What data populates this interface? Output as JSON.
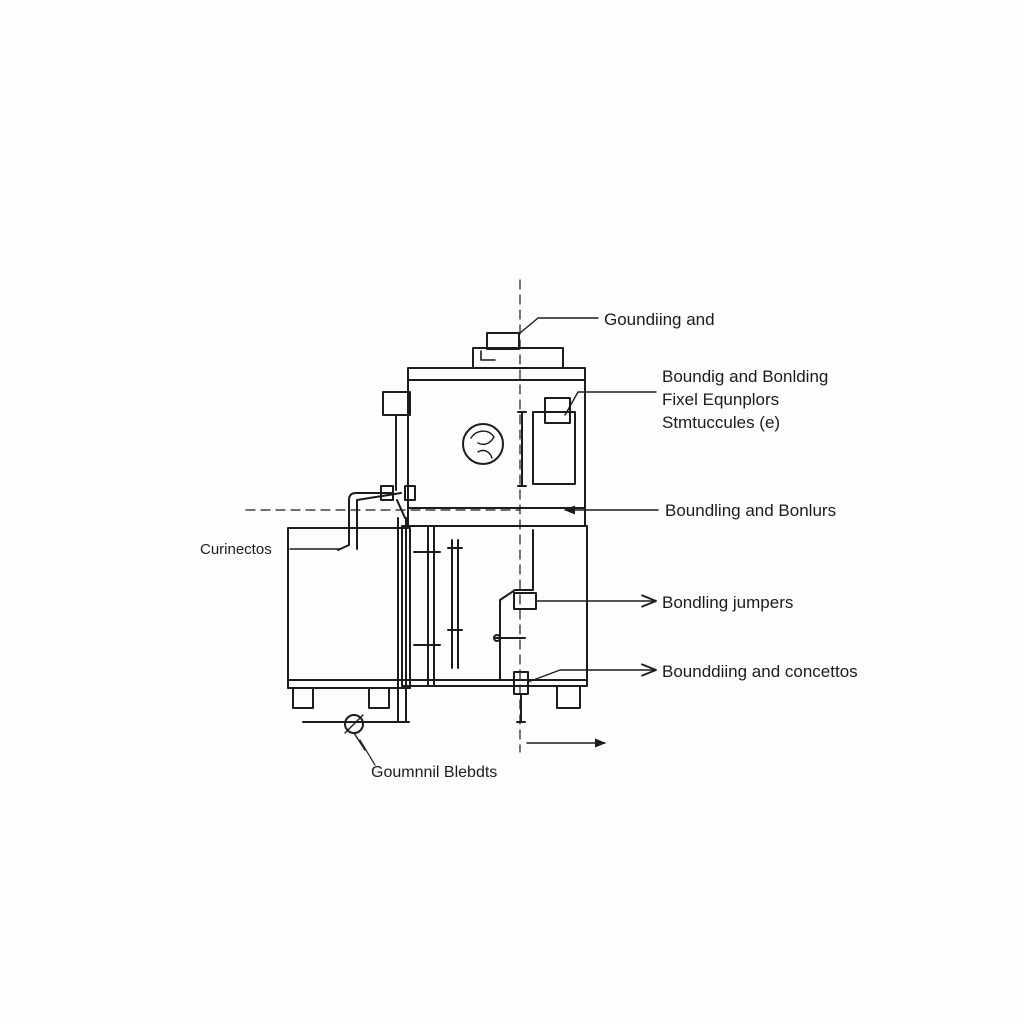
{
  "labels": {
    "grounding_top": "Goundiing and",
    "bonding_fixed_equipment": [
      "Boundig and Bonlding",
      "Fixel Equnplors",
      "Stmtuccules (e)"
    ],
    "bonding_middle": "Boundling and Bonlurs",
    "connectors_left": "Curinectos",
    "bonding_jumpers": "Bondling jumpers",
    "bonding_connectors": "Bounddiing and concettos",
    "grounding_electrodes": "Goumnnil Blebdts"
  },
  "colors": {
    "ink": "#1c1c1c",
    "background": "#fdfdfc"
  }
}
